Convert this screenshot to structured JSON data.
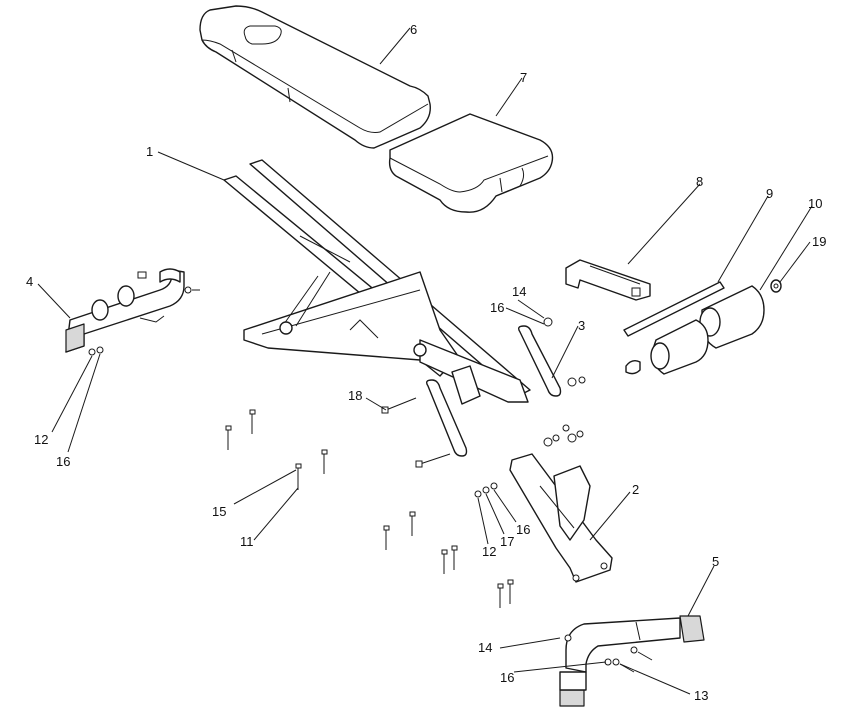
{
  "callouts": [
    {
      "id": "c1",
      "text": "1"
    },
    {
      "id": "c2",
      "text": "2"
    },
    {
      "id": "c3",
      "text": "3"
    },
    {
      "id": "c4",
      "text": "4"
    },
    {
      "id": "c5",
      "text": "5"
    },
    {
      "id": "c6",
      "text": "6"
    },
    {
      "id": "c7",
      "text": "7"
    },
    {
      "id": "c8",
      "text": "8"
    },
    {
      "id": "c9",
      "text": "9"
    },
    {
      "id": "c10",
      "text": "10"
    },
    {
      "id": "c11",
      "text": "11"
    },
    {
      "id": "c12a",
      "text": "12"
    },
    {
      "id": "c12b",
      "text": "12"
    },
    {
      "id": "c13",
      "text": "13"
    },
    {
      "id": "c14a",
      "text": "14"
    },
    {
      "id": "c14b",
      "text": "14"
    },
    {
      "id": "c15",
      "text": "15"
    },
    {
      "id": "c16a",
      "text": "16"
    },
    {
      "id": "c16b",
      "text": "16"
    },
    {
      "id": "c16c",
      "text": "16"
    },
    {
      "id": "c16d",
      "text": "16"
    },
    {
      "id": "c17",
      "text": "17"
    },
    {
      "id": "c18",
      "text": "18"
    },
    {
      "id": "c19",
      "text": "19"
    }
  ]
}
